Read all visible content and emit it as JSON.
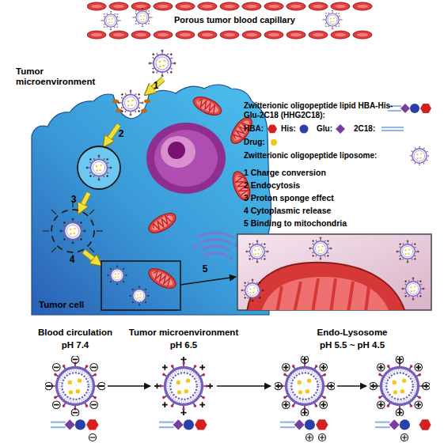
{
  "diagram": {
    "nodes": [
      {
        "text": [
          "Porous tumor blood capillary"
        ]
      },
      {
        "text": [
          "Tumor cell"
        ]
      }
    ],
    "labels": [
      "Tumor microenvironment",
      "1",
      "2",
      "3",
      "4",
      "5",
      "1 Charge conversion",
      "2 Endocytosis",
      "3 Proton sponge effect",
      "4 Cytoplasmic release",
      "5 Binding to mitochondria",
      "Blood circulation",
      "pH 7.4",
      "Tumor microenvironment",
      "pH 6.5",
      "Endo-Lysosome",
      "pH 5.5 ~ pH 4.5"
    ],
    "legend": [
      {
        "text": "Zwitterionic oligopeptide lipid HBA-His-Glu-2C18 (HHG2C18):"
      },
      {
        "text": "HBA:"
      },
      {
        "text": "His:"
      },
      {
        "text": "Glu:"
      },
      {
        "text": "2C18:"
      },
      {
        "text": "Drug:"
      },
      {
        "text": "Zwitterionic oligopeptide liposome:"
      }
    ]
  }
}
